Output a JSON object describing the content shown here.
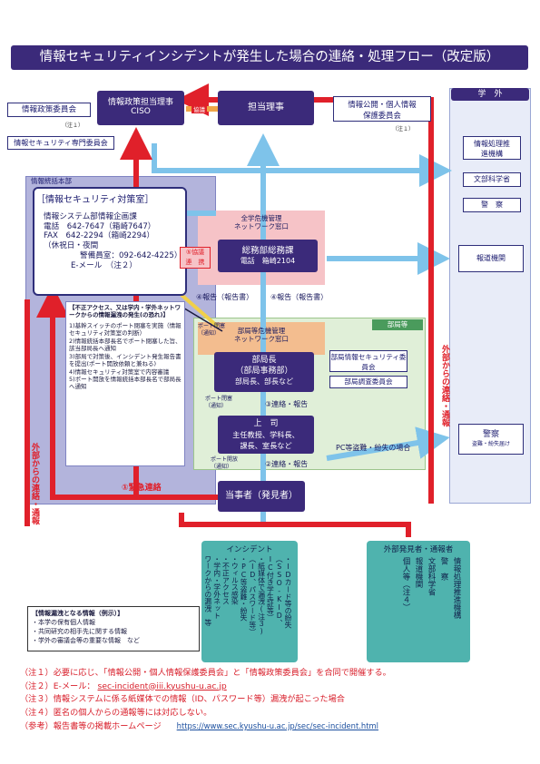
{
  "title": "情報セキュリティインシデントが発生した場合の連絡・処理フロー（改定版）",
  "colors": {
    "navy": "#3b2a7a",
    "red_arrow": "#e0202a",
    "blue_arrow": "#7ec3ea",
    "teal": "#4fb3ae",
    "pink": "#f4b7bd",
    "light_purple": "#aeb0da",
    "light_green": "#dff0d6",
    "outside": "#e6eaf6"
  },
  "top_left": {
    "committee": "情報政策委員会",
    "note1": "（注１）",
    "sec_committee": "情報セキュリティ専門委員会"
  },
  "ciso": {
    "line1": "情報政策担当理事",
    "line2": "CISO"
  },
  "kyougi": "協議",
  "tantou": "担当理事",
  "privacy": {
    "line1": "情報公開・個人情報",
    "line2": "保護委員会",
    "note": "（注１）"
  },
  "outside": {
    "header": "学　外",
    "org1": "情報処理推進機構",
    "org2": "文部科学省",
    "org3": "警　察",
    "press": "報道機関",
    "police": "警察",
    "police_sub": "盗難・紛失届け",
    "contact_label": "外部からの連絡・通報"
  },
  "headquarters": {
    "label": "情報統括本部",
    "room": "［情報セキュリティ対策室］",
    "lines": [
      "情報システム部情報企画課",
      "電話　642-7647（箱崎7647）",
      "FAX　642-2294（箱崎2294）",
      "（休祝日・夜間",
      "警備員室：092-642-4225）",
      "E-メール　（注２）"
    ],
    "sub_title": "【不正アクセス、又は学内・学外ネットワークからの情報漏洩の発生(の恐れ)】",
    "steps": [
      "1)基幹スイッチのポート閉塞を実施（情報セキュリティ対策室の判断）",
      "2)情報統括本部長名でポート閉塞した旨、該当部局長へ通知",
      "3)部局で対策後、インシデント発生報告書を提出(ポート開放依頼と兼ねる)",
      "4)情報セキュリティ対策室で内容審議",
      "5)ポート開放を情報統括本部長名で部局長へ通知"
    ]
  },
  "crisis": {
    "header1": "全学危機管理",
    "header2": "ネットワーク窓口",
    "kyougi2": "⑤協議",
    "renkei": "連　携",
    "soumu": "総務部総務課",
    "phone": "電話　箱崎2104"
  },
  "report4a": "④報告（報告書）",
  "report4b": "④報告（報告書）",
  "port_close": "ポート閉塞（通知）",
  "port_open": "ポート開放（通知）",
  "bukyoku": {
    "label": "部局等",
    "header1": "部局等危機管理",
    "header2": "ネットワーク窓口",
    "head_line1": "部局長",
    "head_line2": "（部局事務部）",
    "head_line3": "部局長、部長など",
    "info_committee": "部局情報セキュリティ委員会",
    "survey_committee": "部局調査委員会",
    "report3": "③連絡・報告",
    "port_close2": "ポート閉塞（通知）"
  },
  "superior": {
    "line1": "上　司",
    "line2": "主任教授、学科長、",
    "line3": "課長、室長など"
  },
  "report2": "②連絡・報告",
  "port_open2": "ポート開放（通知）",
  "pc_theft": "PC等盗難・紛失の場合",
  "emergency": "①緊急連絡",
  "left_contact": "外部からの連絡・通報",
  "person": "当事者（発見者）",
  "incident": {
    "header": "インシデント",
    "items": [
      "・IDカード等の紛失",
      "（SSO-KID、",
      "IC付き学生証等）",
      "・紙媒体で漏洩(注３)",
      "（ID、パスワード等）",
      "・PC等盗難・紛失",
      "・ウィルス感染",
      "・不正アクセス",
      "・学内・学外ネット",
      "ワークからの漏洩　等"
    ]
  },
  "external": {
    "header": "外部発見者・通報者",
    "items": [
      "情報処理推進機構",
      "警　察",
      "文部科学省",
      "報道機関",
      "個人等（注４）"
    ]
  },
  "leak_info": {
    "title": "【情報漏洩となる情報（例示）】",
    "items": [
      "・本学の保有個人情報",
      "・共同研究の相手先に関する情報",
      "・学外の審議会等の重要な情報　など"
    ]
  },
  "notes": [
    "（注１）必要に応じ、「情報公開・個人情報保護委員会」と「情報政策委員会」を合同で開催する。",
    "（注２）E-メール：",
    "（注３）情報システムに係る紙媒体での情報（ID、パスワード等）漏洩が起こった場合",
    "（注４）匿名の個人からの通報等には対応しない。",
    "（参考）報告書等の掲載ホームページ"
  ],
  "email": "sec-incident@iii.kyushu-u.ac.jp",
  "url": "https://www.sec.kyushu-u.ac.jp/sec/sec-incident.html"
}
